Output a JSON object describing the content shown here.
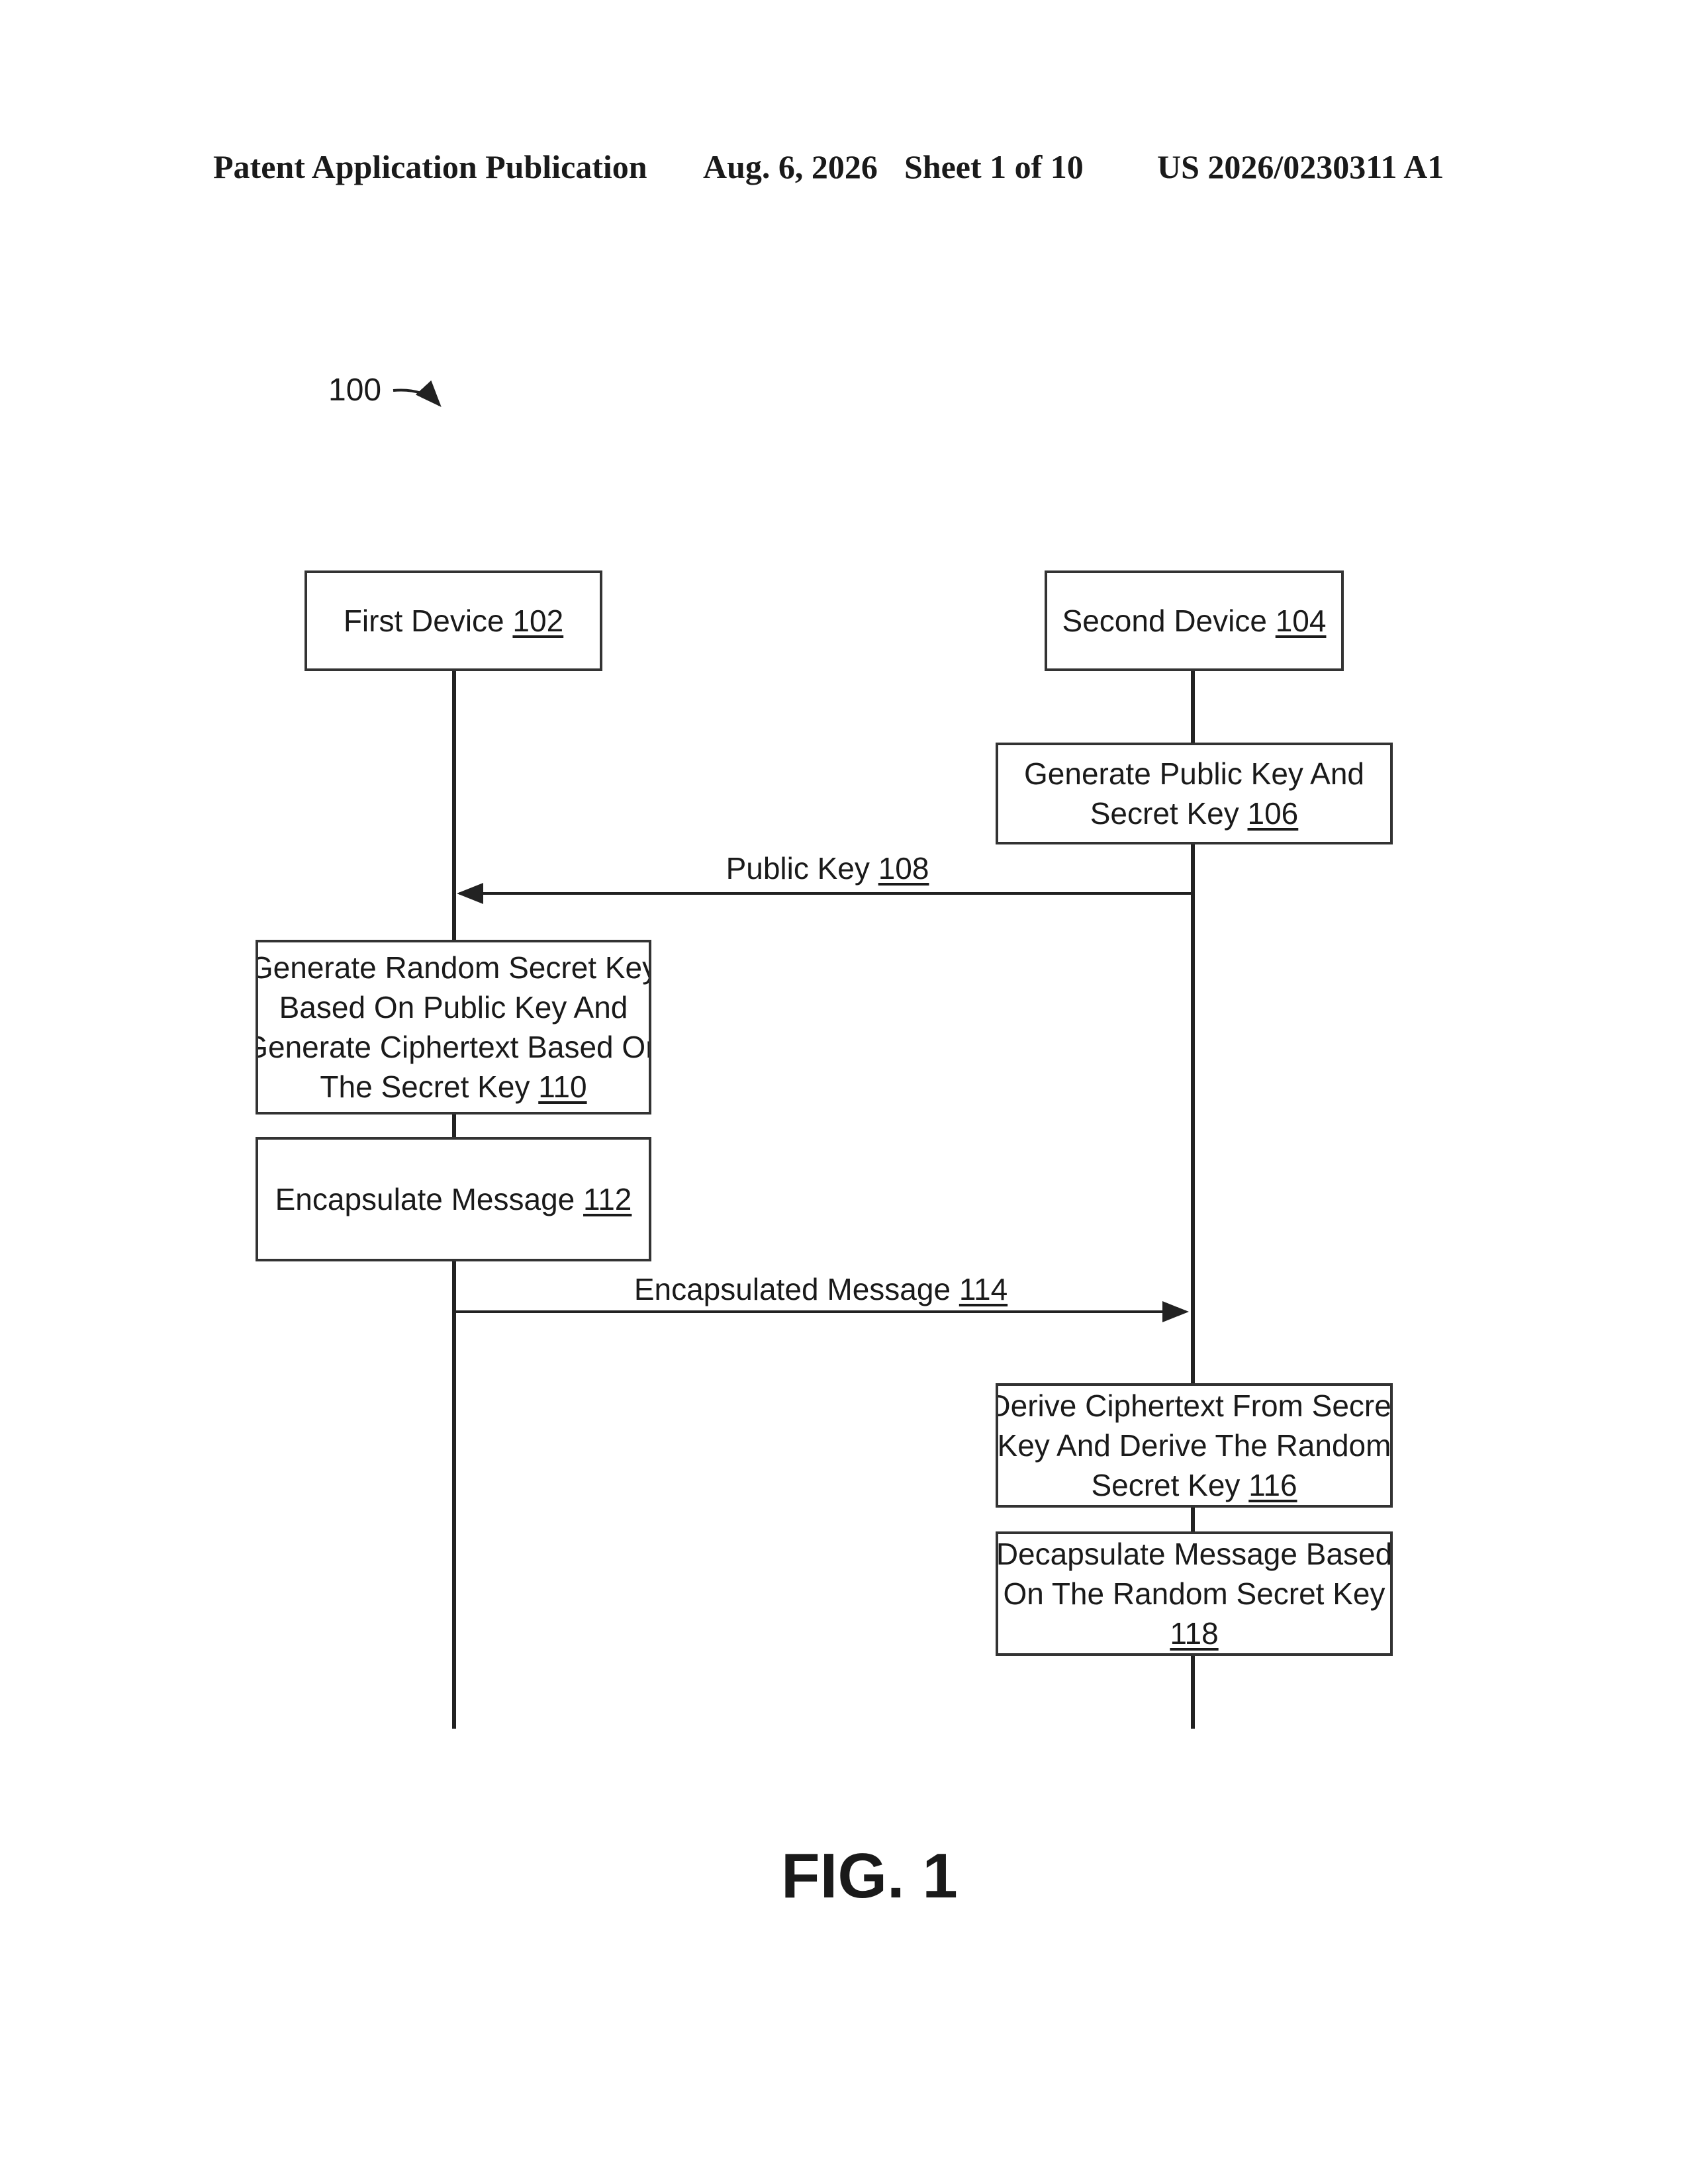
{
  "header": {
    "publication": "Patent Application Publication",
    "date": "Aug. 6, 2026",
    "sheet": "Sheet 1 of 10",
    "number": "US 2026/0230311 A1"
  },
  "figure_ref": "100",
  "figure_label": "FIG. 1",
  "devices": {
    "first": {
      "label": "First Device",
      "ref": "102"
    },
    "second": {
      "label": "Second Device",
      "ref": "104"
    }
  },
  "steps": {
    "s106": {
      "lines": [
        "Generate Public Key And"
      ],
      "last": "Secret Key",
      "ref": "106"
    },
    "s110": {
      "lines": [
        "Generate Random Secret Key",
        "Based On Public Key And",
        "Generate Ciphertext Based On"
      ],
      "last": "The Secret Key",
      "ref": "110"
    },
    "s112": {
      "lines": [],
      "last": "Encapsulate Message",
      "ref": "112"
    },
    "s116": {
      "lines": [
        "Derive Ciphertext From Secret",
        "Key And Derive The Random"
      ],
      "last": "Secret Key ",
      "ref": "116"
    },
    "s118": {
      "lines": [
        "Decapsulate Message Based",
        "On The Random Secret Key"
      ],
      "last": "",
      "ref": "118"
    }
  },
  "messages": {
    "m108": {
      "label": "Public Key",
      "ref": "108"
    },
    "m114": {
      "label": "Encapsulated Message",
      "ref": "114"
    }
  }
}
